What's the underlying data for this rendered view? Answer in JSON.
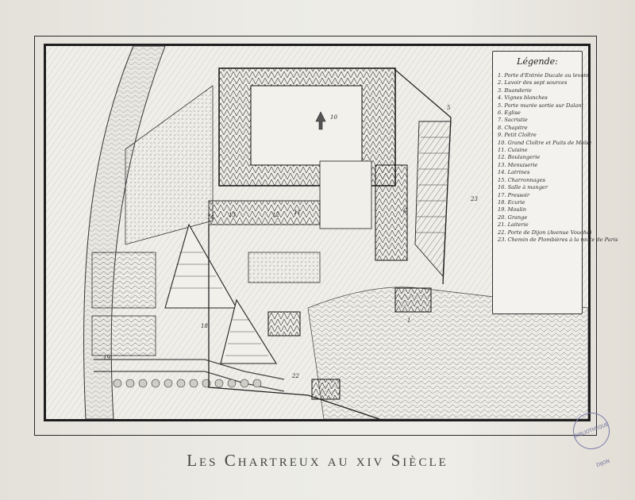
{
  "caption": "Les Chartreux au xiv Siècle",
  "legend": {
    "title": "Légende:",
    "items": [
      "1. Porte d'Entrée Ducale au levant",
      "2. Lavoir des sept sources",
      "3. Buanderie",
      "4. Vignes blanches",
      "5. Porte murée sortie sur Dalant",
      "6. Eglise",
      "7. Sacristie",
      "8. Chapitre",
      "9. Petit Cloître",
      "10. Grand Cloître et Puits de Moïse",
      "11. Cuisine",
      "12. Boulangerie",
      "13. Menuiserie",
      "14. Latrines",
      "15. Charronnages",
      "16. Salle à manger",
      "17. Pressoir",
      "18. Ecurie",
      "19. Moulin",
      "20. Grange",
      "21. Laiterie",
      "22. Porte de Dijon (Avenue Vouché)",
      "23. Chemin de Plombières à la route de Paris"
    ]
  },
  "map_labels": {
    "n10": "10",
    "n5": "5",
    "n23": "23",
    "n13": "13",
    "n12": "12",
    "n11": "11",
    "n14": "14",
    "n6": "6",
    "n18": "18",
    "n19": "19",
    "n1": "1",
    "n22": "22"
  },
  "stamp_text": "BIBLIOTHÈQUE DIJON",
  "colors": {
    "ink": "#222222",
    "paper": "#efeee9",
    "river": "#e8e7e2"
  }
}
